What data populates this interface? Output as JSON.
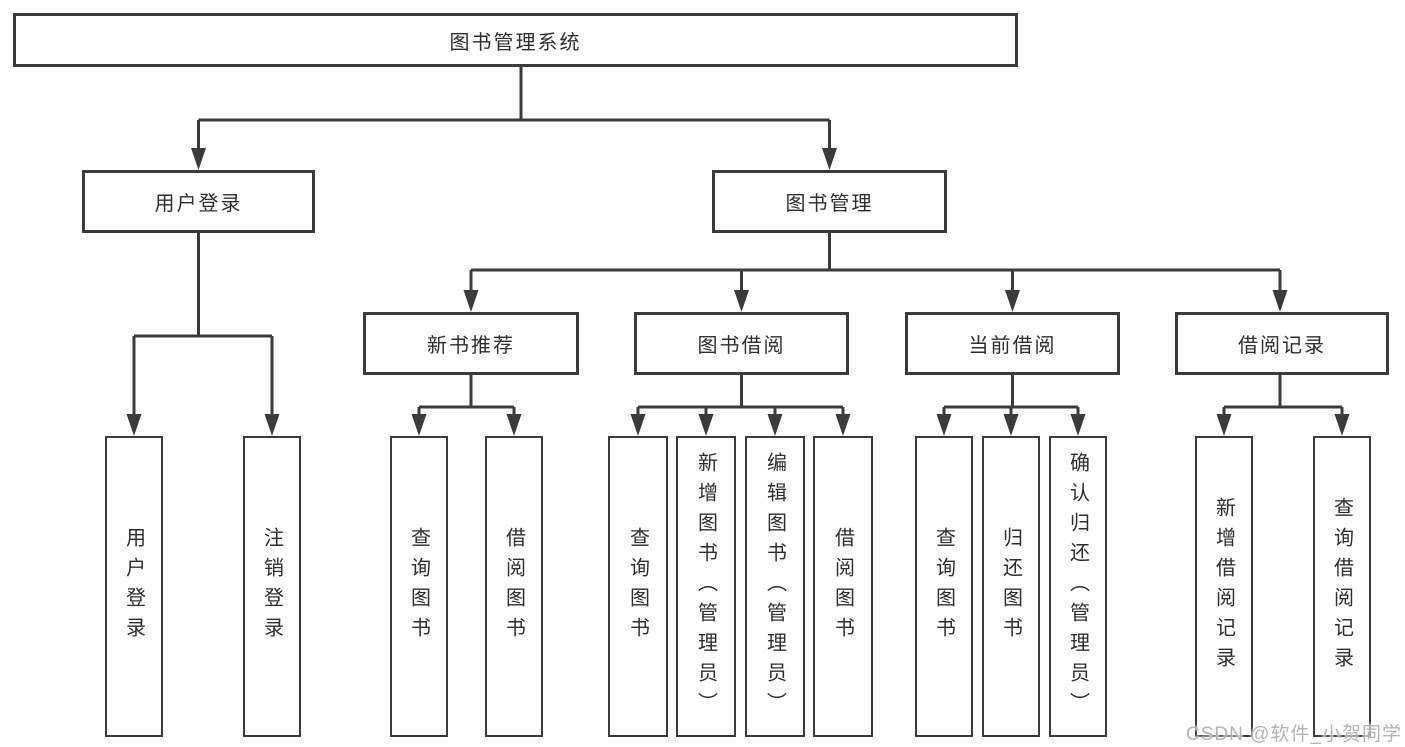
{
  "diagram": {
    "root": "图书管理系统",
    "level2": [
      "用户登录",
      "图书管理"
    ],
    "level3": [
      "新书推荐",
      "图书借阅",
      "当前借阅",
      "借阅记录"
    ],
    "level4": {
      "under_user_login": [
        "用户登录",
        "注销登录"
      ],
      "under_new_book_recommend": [
        "查询图书",
        "借阅图书"
      ],
      "under_book_borrow": [
        "查询图书",
        "新增图书（管理员）",
        "编辑图书（管理员）",
        "借阅图书"
      ],
      "under_current_borrow": [
        "查询图书",
        "归还图书",
        "确认归还（管理员）"
      ],
      "under_borrow_records": [
        "新增借阅记录",
        "查询借阅记录"
      ]
    }
  },
  "watermark": "CSDN @软件_小贺同学",
  "colors": {
    "line": "#3b3b3b",
    "text": "#2e2e2e",
    "watermark": "#b3b3b3",
    "background": "#ffffff"
  }
}
